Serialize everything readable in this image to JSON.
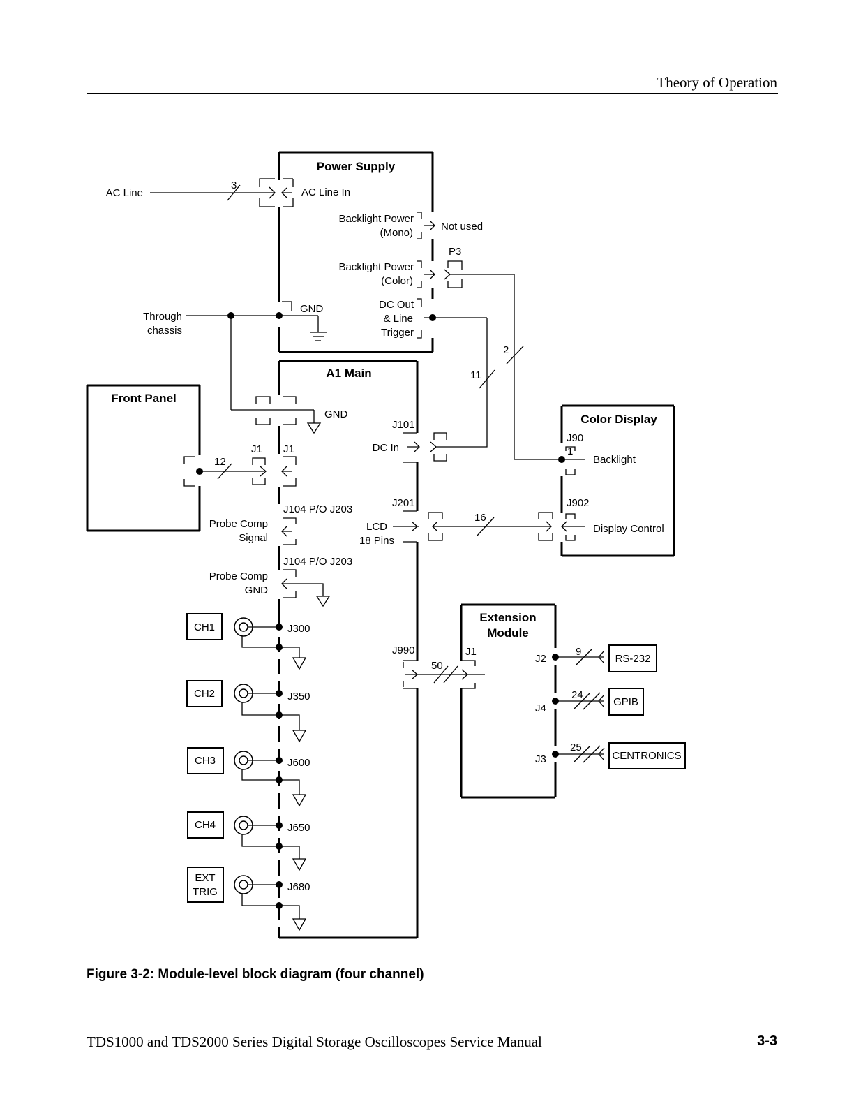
{
  "header": {
    "section_title": "Theory of Operation"
  },
  "footer": {
    "manual_title": "TDS1000 and TDS2000 Series Digital Storage Oscilloscopes Service Manual",
    "page_number": "3-3"
  },
  "figure": {
    "caption": "Figure 3-2: Module-level block diagram (four channel)"
  },
  "diagram": {
    "modules": {
      "power_supply": "Power Supply",
      "a1_main": "A1 Main",
      "front_panel": "Front Panel",
      "color_display": "Color Display",
      "extension_module": [
        "Extension",
        "Module"
      ]
    },
    "labels": {
      "ac_line": "AC Line",
      "ac_line_in": "AC Line In",
      "backlight_mono": [
        "Backlight Power",
        "(Mono)"
      ],
      "not_used": "Not used",
      "p3": "P3",
      "backlight_color": [
        "Backlight Power",
        "(Color)"
      ],
      "dc_out": [
        "DC Out",
        "& Line",
        "Trigger"
      ],
      "through_chassis": [
        "Through",
        "chassis"
      ],
      "gnd_ps": "GND",
      "gnd_main": "GND",
      "j101": "J101",
      "dc_in": "DC In",
      "j1_front": "J1",
      "j1_main": "J1",
      "j104_signal": "J104 P/O J203",
      "probe_comp_signal": [
        "Probe Comp",
        "Signal"
      ],
      "j104_gnd": "J104 P/O J203",
      "probe_comp_gnd": [
        "Probe Comp",
        "GND"
      ],
      "j201": "J201",
      "lcd": [
        "LCD",
        "18 Pins"
      ],
      "j90": "J90",
      "backlight": "Backlight",
      "j902": "J902",
      "display_control": "Display Control",
      "j990": "J990",
      "j1_ext": "J1",
      "j2": "J2",
      "j4": "J4",
      "j3": "J3",
      "pin_1": "1"
    },
    "bus_widths": {
      "ac": "3",
      "dc": "11",
      "backlight": "2",
      "front_panel": "12",
      "lcd": "16",
      "ext": "50",
      "rs232": "9",
      "gpib": "24",
      "centronics": "25"
    },
    "channels": [
      {
        "label": [
          "CH1"
        ],
        "jack": "J300"
      },
      {
        "label": [
          "CH2"
        ],
        "jack": "J350"
      },
      {
        "label": [
          "CH3"
        ],
        "jack": "J600"
      },
      {
        "label": [
          "CH4"
        ],
        "jack": "J650"
      },
      {
        "label": [
          "EXT",
          "TRIG"
        ],
        "jack": "J680"
      }
    ],
    "external_ports": [
      "RS-232",
      "GPIB",
      "CENTRONICS"
    ]
  }
}
